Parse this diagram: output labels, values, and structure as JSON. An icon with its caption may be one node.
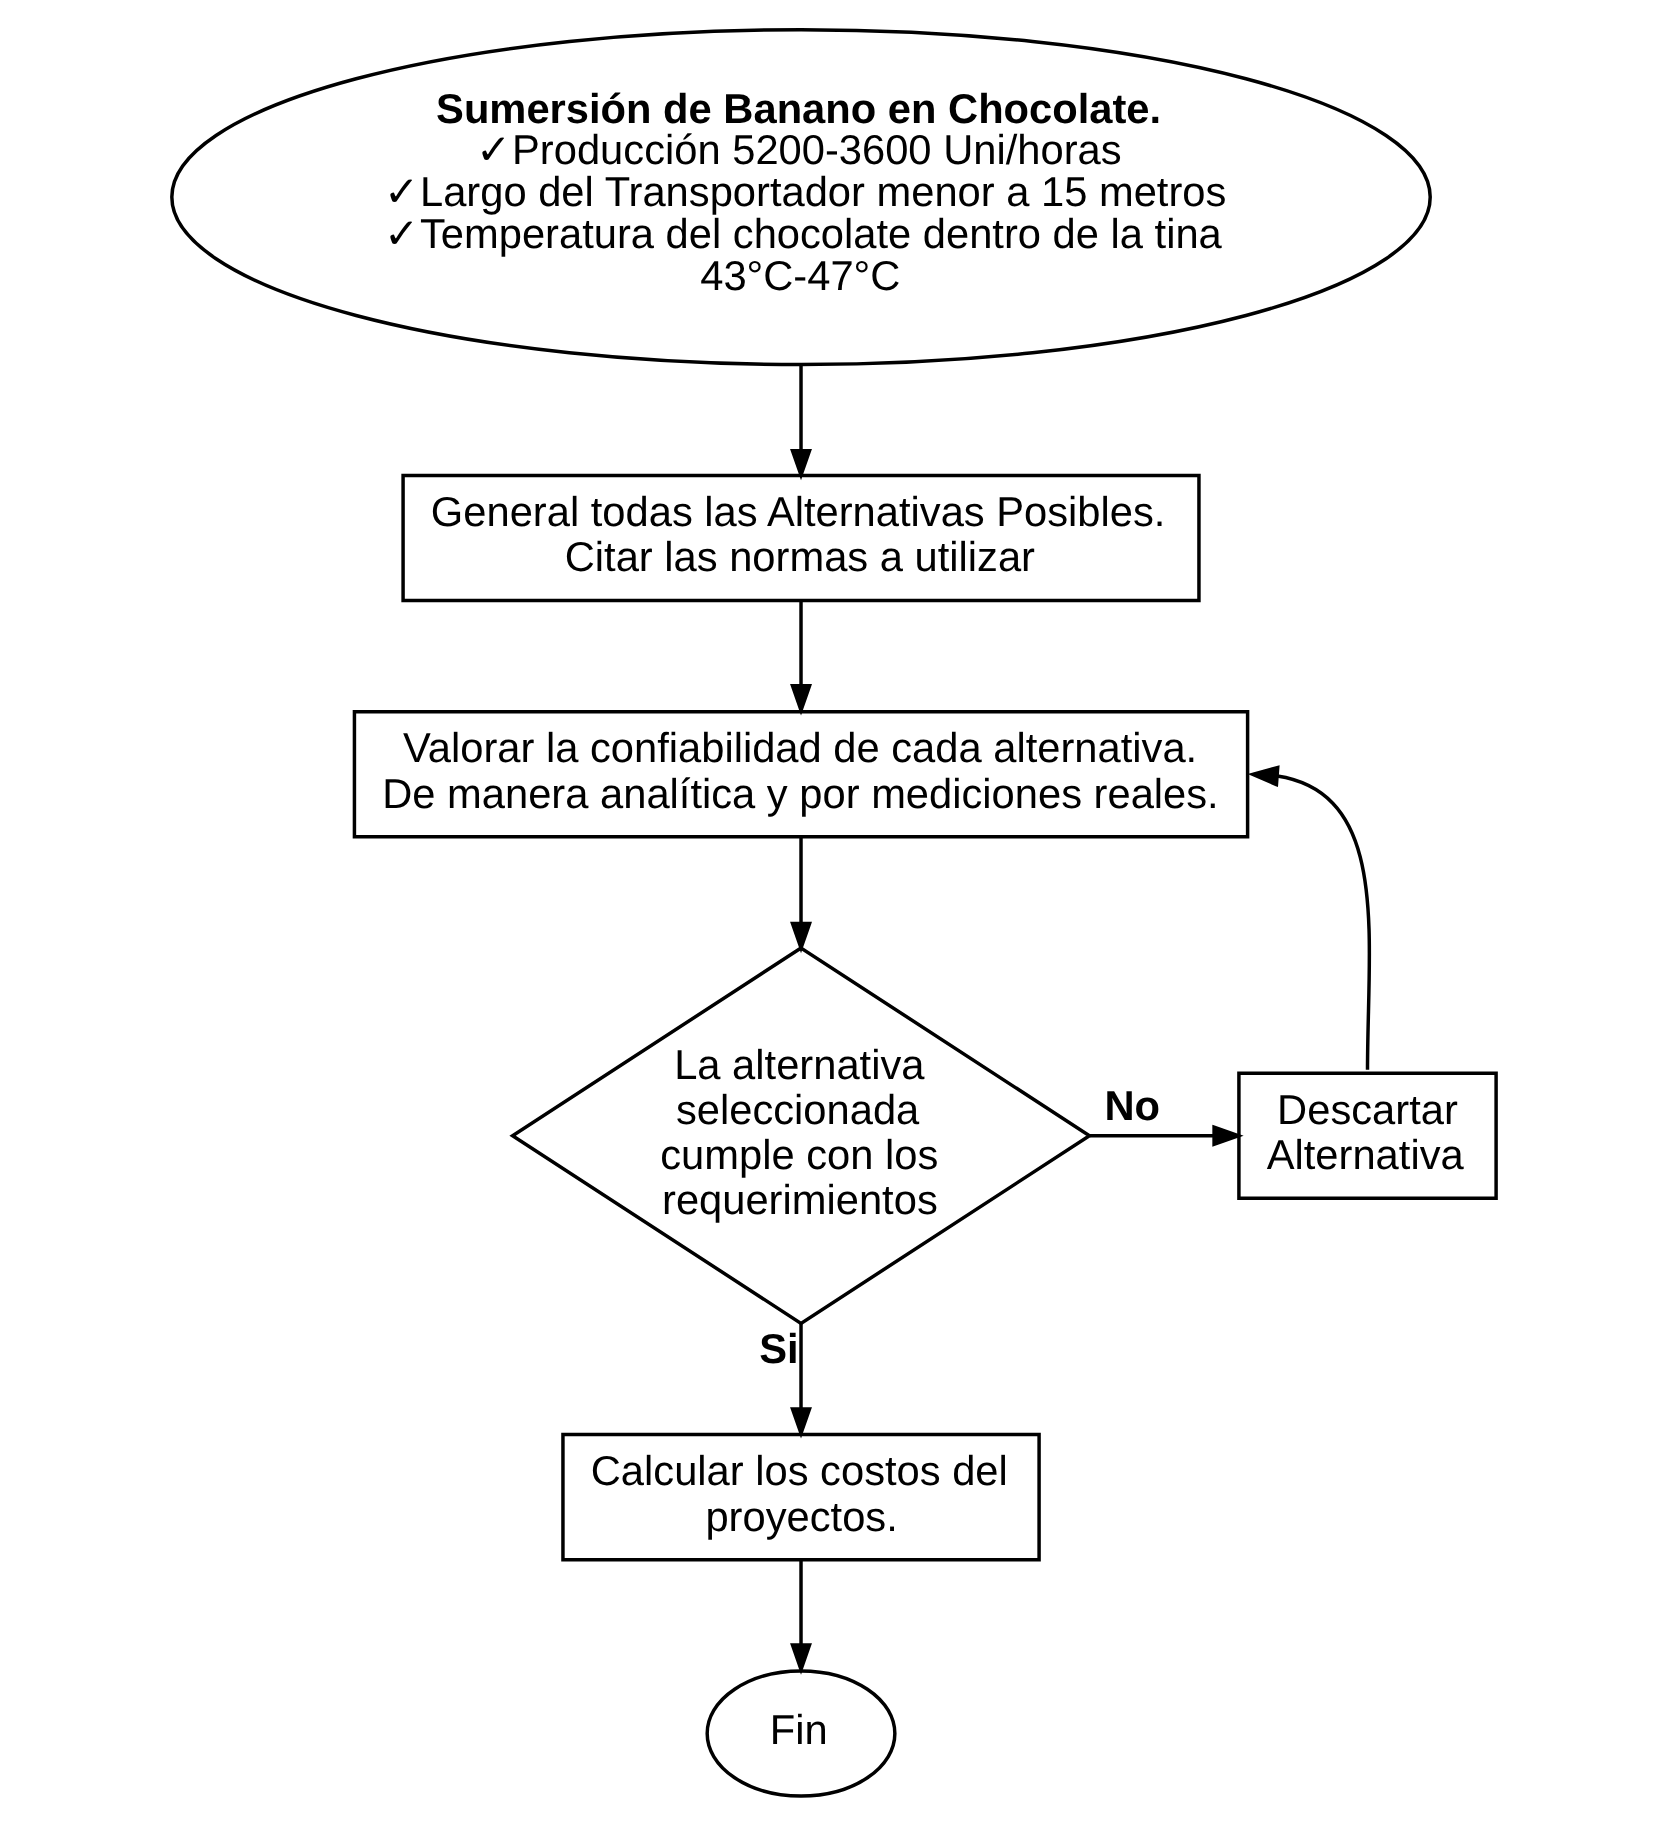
{
  "diagram": {
    "nodes": [
      {
        "text": [
          "Sumersión de Banano en Chocolate.",
          "✓Producción 5200-3600 Uni/horas",
          "✓Largo del Transportador menor a 15 metros",
          "✓Temperatura del chocolate dentro de la tina 43°C-47°C"
        ]
      },
      {
        "text": [
          "General todas las Alternativas Posibles. Citar las normas a utilizar"
        ]
      },
      {
        "text": [
          "Valorar la confiabilidad de cada alternativa. De manera analítica y por mediciones reales."
        ]
      },
      {
        "text": [
          "La alternativa seleccionada cumple con los requerimientos"
        ]
      },
      {
        "text": [
          "Descartar Alternativa"
        ]
      },
      {
        "text": [
          "Calcular los costos del proyectos."
        ]
      },
      {
        "text": [
          "Fin"
        ]
      }
    ],
    "edges": [
      {
        "from": 0,
        "to": 1,
        "arrow": "to"
      },
      {
        "from": 1,
        "to": 2,
        "arrow": "to"
      },
      {
        "from": 2,
        "to": 3,
        "arrow": "to"
      },
      {
        "from": 3,
        "to": 4,
        "arrow": "to",
        "label": "No"
      },
      {
        "from": 4,
        "to": 2,
        "arrow": "to"
      },
      {
        "from": 3,
        "to": 5,
        "arrow": "to",
        "label": "Si"
      },
      {
        "from": 5,
        "to": 6,
        "arrow": "to"
      }
    ]
  }
}
